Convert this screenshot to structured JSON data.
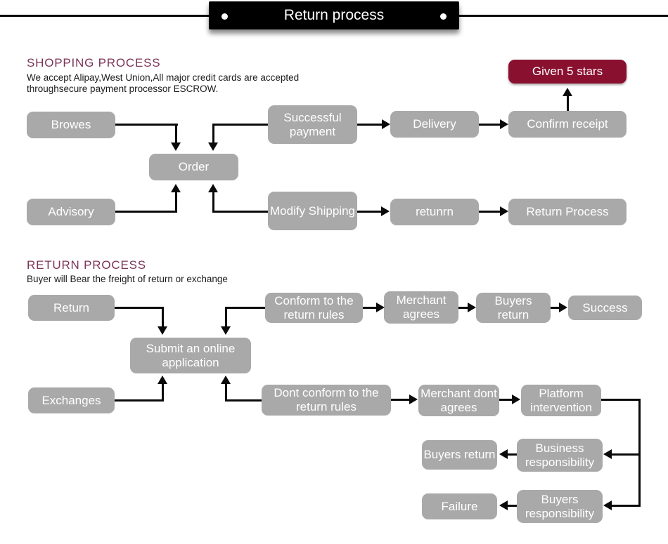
{
  "banner": {
    "title": "Return process"
  },
  "colors": {
    "node_gray": "#a9a9a9",
    "accent_maroon": "#8a1030",
    "heading_maroon": "#7c3457",
    "line_black": "#0a0a0a",
    "banner_bg": "#000000"
  },
  "shopping": {
    "heading": "SHOPPING PROCESS",
    "subtitle": [
      "We accept Alipay,West Union,All major credit cards are accepted",
      "throughsecure payment processor ESCROW."
    ],
    "nodes": {
      "browes": "Browes",
      "order": "Order",
      "advisory": "Advisory",
      "successful_payment": "Successful payment",
      "delivery": "Delivery",
      "confirm_receipt": "Confirm receipt",
      "given_5_stars": "Given 5 stars",
      "modify_shipping": "Modify Shipping",
      "retunrn": "retunrn",
      "return_process": "Return Process"
    }
  },
  "return_section": {
    "heading": "RETURN PROCESS",
    "subtitle": "Buyer will Bear the freight of return or exchange",
    "nodes": {
      "return": "Return",
      "conform_rules": "Conform to the return rules",
      "merchant_agrees": "Merchant agrees",
      "buyers_return": "Buyers return",
      "success": "Success",
      "submit_application": "Submit an online application",
      "exchanges": "Exchanges",
      "dont_conform": "Dont conform to the return rules",
      "merchant_dont_agrees": "Merchant dont agrees",
      "platform_intervention": "Platform intervention",
      "buyers_return_2": "Buyers return",
      "business_responsibility": "Business responsibility",
      "failure": "Failure",
      "buyers_responsibility": "Buyers responsibility"
    }
  }
}
